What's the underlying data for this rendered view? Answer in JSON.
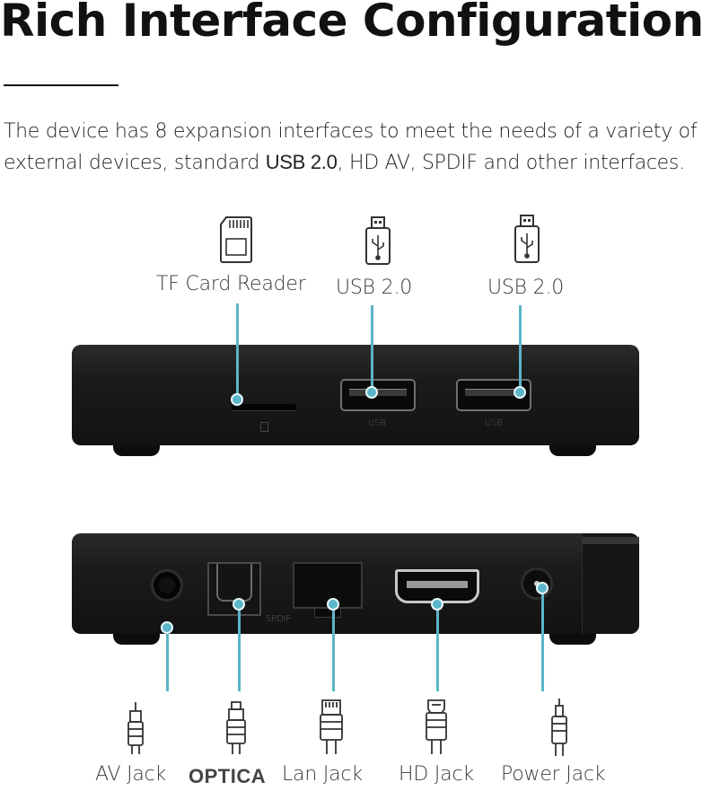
{
  "heading": {
    "title": "Rich Interface Configuration"
  },
  "description": {
    "line1": "The device has 8 expansion interfaces to meet the needs of a variety of",
    "line2_part1": "external devices, standard ",
    "line2_usb": "USB 2.0",
    "line2_part2": ", HD  AV, SPDIF and other interfaces."
  },
  "top_panel": {
    "labels": {
      "tf_card": "TF Card Reader",
      "usb_left": "USB 2.0",
      "usb_right": "USB 2.0"
    },
    "port_marks": {
      "usb_left": "USB",
      "usb_right": "USB"
    },
    "icons": [
      "sd-card-icon",
      "usb-stick-icon",
      "usb-stick-icon"
    ]
  },
  "bottom_panel": {
    "labels": {
      "av": "AV Jack",
      "optical": "OPTICA",
      "lan": "Lan Jack",
      "hd": "HD Jack",
      "power": "Power Jack"
    },
    "port_marks": {
      "spdif": "SPDIF"
    },
    "icons": [
      "rca-plug-icon",
      "optical-plug-icon",
      "ethernet-plug-icon",
      "hdmi-plug-icon",
      "dc-plug-icon"
    ]
  },
  "colors": {
    "accent": "#5bb5c9",
    "device": "#1b1b1b",
    "text": "#3a3a3a"
  }
}
